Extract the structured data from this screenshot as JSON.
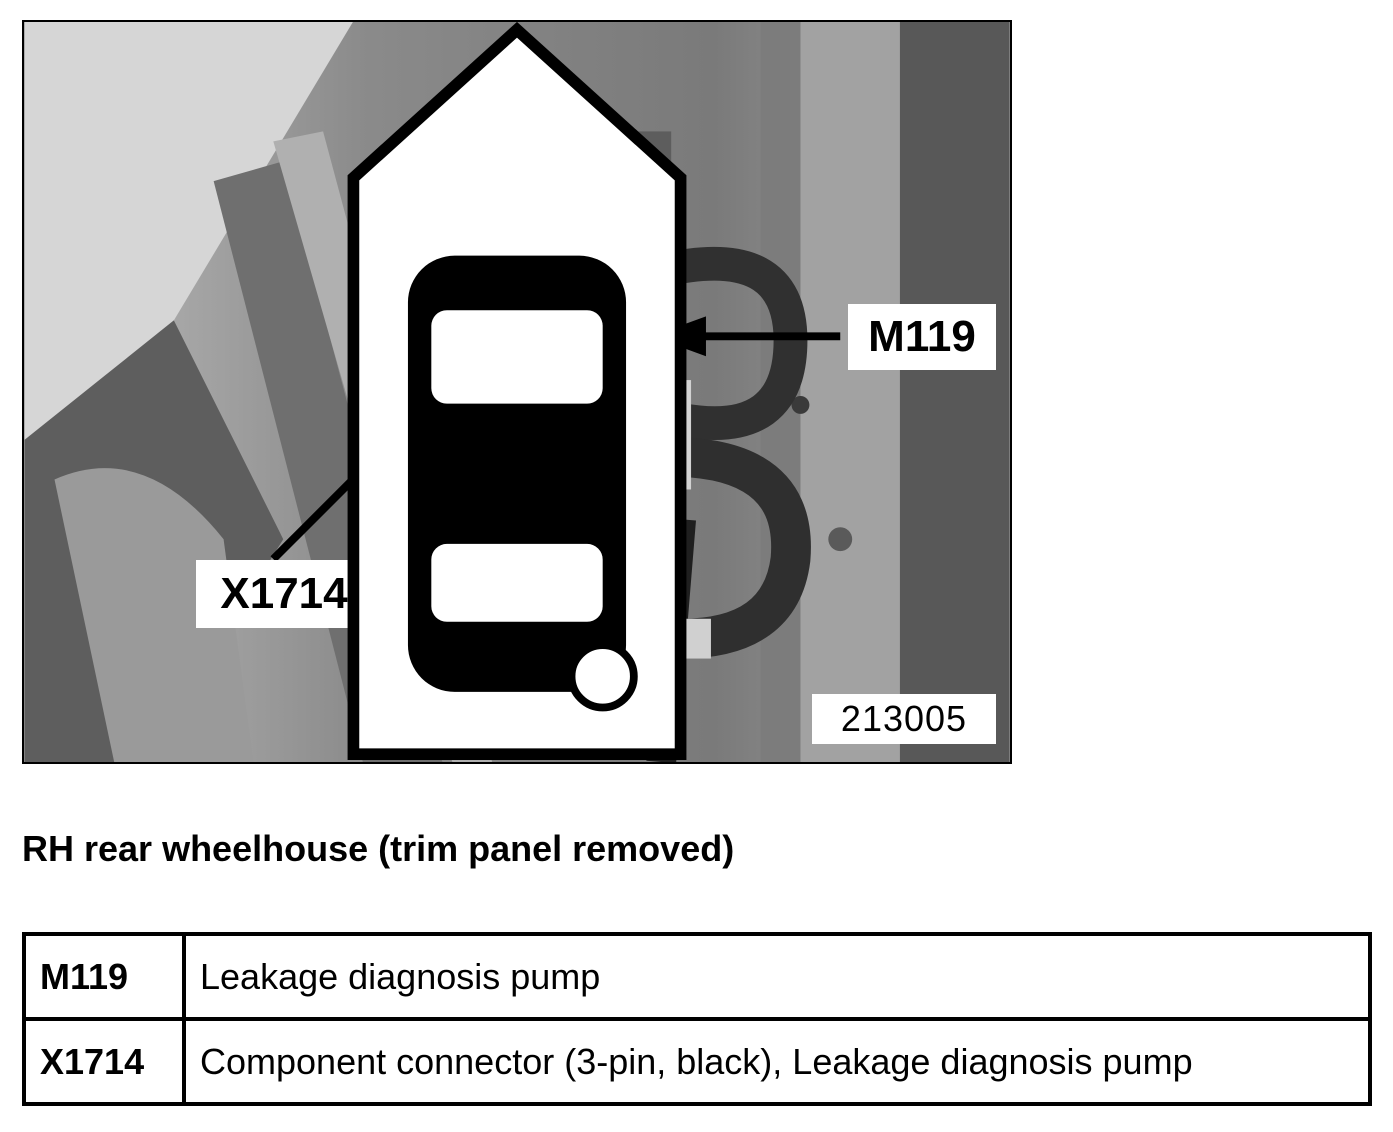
{
  "figure": {
    "callouts": {
      "m119": "M119",
      "x1714": "X1714"
    },
    "reference_number": "213005",
    "view_icon": "car-top-view-icon"
  },
  "caption": "RH rear wheelhouse (trim panel removed)",
  "legend": {
    "rows": [
      {
        "code": "M119",
        "description": "Leakage diagnosis pump"
      },
      {
        "code": "X1714",
        "description": "Component connector (3-pin, black), Leakage diagnosis pump"
      }
    ]
  }
}
